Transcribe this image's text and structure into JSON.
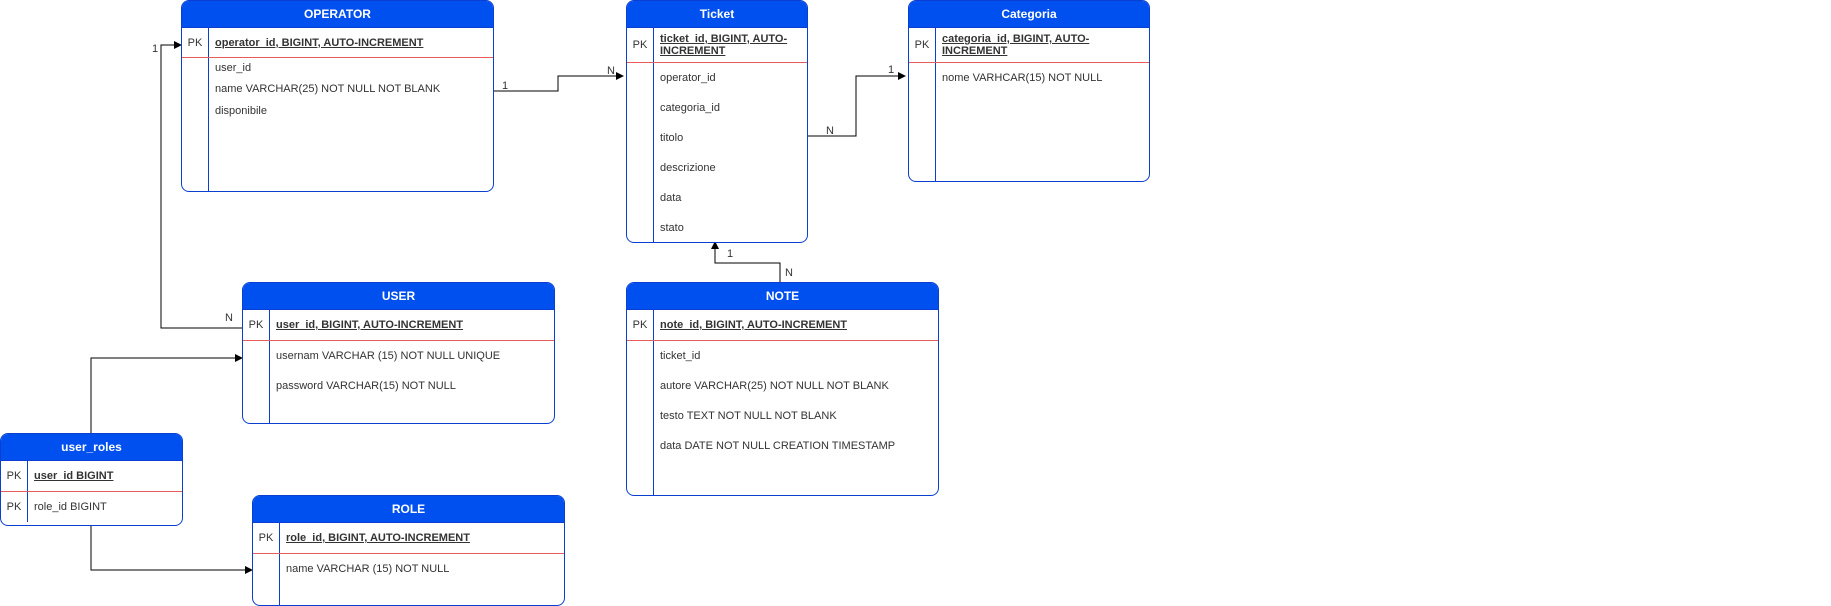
{
  "entities": {
    "operator": {
      "title": "OPERATOR",
      "pk_label": "PK",
      "pk": "operator_id, BIGINT, AUTO-INCREMENT",
      "attributes": [
        "user_id",
        "name VARCHAR(25) NOT NULL NOT BLANK",
        "disponibile"
      ]
    },
    "ticket": {
      "title": "Ticket",
      "pk_label": "PK",
      "pk": "ticket_id, BIGINT, AUTO-INCREMENT",
      "attributes": [
        "operator_id",
        "categoria_id",
        "titolo",
        "descrizione",
        "data",
        "stato"
      ]
    },
    "categoria": {
      "title": "Categoria",
      "pk_label": "PK",
      "pk": "categoria_id, BIGINT, AUTO-INCREMENT",
      "attributes": [
        "nome VARHCAR(15) NOT NULL"
      ]
    },
    "user": {
      "title": "USER",
      "pk_label": "PK",
      "pk": "user_id, BIGINT, AUTO-INCREMENT",
      "attributes": [
        "usernam VARCHAR (15) NOT NULL UNIQUE",
        "password VARCHAR(15) NOT NULL"
      ]
    },
    "note": {
      "title": "NOTE",
      "pk_label": "PK",
      "pk": "note_id, BIGINT, AUTO-INCREMENT",
      "attributes": [
        "ticket_id",
        "autore VARCHAR(25) NOT NULL NOT BLANK",
        "testo TEXT NOT NULL NOT BLANK",
        "data DATE NOT NULL CREATION TIMESTAMP"
      ]
    },
    "user_roles": {
      "title": "user_roles",
      "pk_label": "PK",
      "pk": "user_id BIGINT",
      "pk2_label": "PK",
      "pk2": "role_id BIGINT"
    },
    "role": {
      "title": "ROLE",
      "pk_label": "PK",
      "pk": "role_id, BIGINT, AUTO-INCREMENT",
      "attributes": [
        "name VARCHAR (15) NOT NULL"
      ]
    }
  },
  "relationships": {
    "operator_ticket": {
      "from": "1",
      "to": "N"
    },
    "ticket_categoria": {
      "from": "N",
      "to": "1"
    },
    "ticket_note": {
      "from": "1",
      "to": "N"
    },
    "operator_user": {
      "from": "1",
      "to": "N"
    }
  }
}
